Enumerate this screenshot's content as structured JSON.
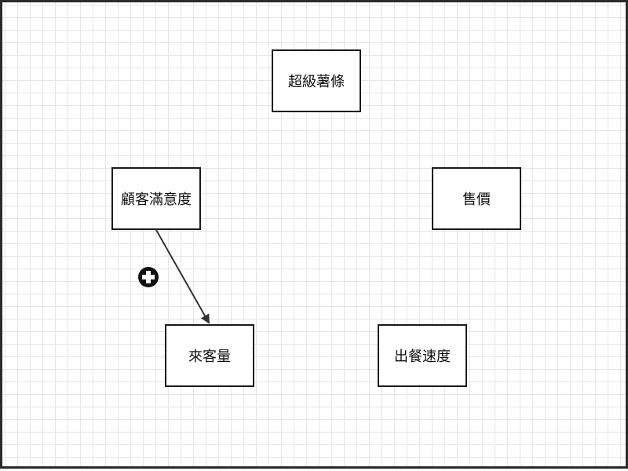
{
  "diagram": {
    "nodes": [
      {
        "id": "fries",
        "label": "超級薯條"
      },
      {
        "id": "satisfaction",
        "label": "顧客滿意度"
      },
      {
        "id": "price",
        "label": "售價"
      },
      {
        "id": "traffic",
        "label": "來客量"
      },
      {
        "id": "speed",
        "label": "出餐速度"
      }
    ],
    "edges": [
      {
        "from": "satisfaction",
        "to": "traffic",
        "polarity": "+"
      }
    ]
  },
  "colors": {
    "grid": "#e6e6e6",
    "border": "#1a1a1a",
    "edge": "#333333",
    "polarity_badge": "#111111"
  },
  "icons": {
    "polarity": "plus-circle-icon"
  }
}
